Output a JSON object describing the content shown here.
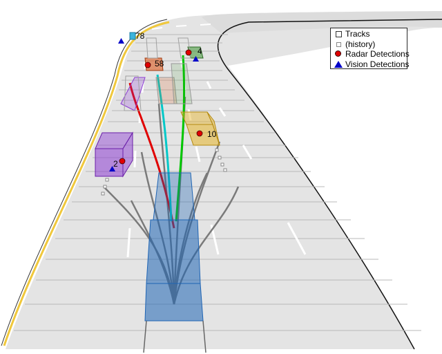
{
  "legend": {
    "items": [
      {
        "label": "Tracks",
        "marker": "white-square"
      },
      {
        "label": "(history)",
        "marker": "small-gray-square"
      },
      {
        "label": "Radar Detections",
        "marker": "red-circle",
        "color": "#e00000"
      },
      {
        "label": "Vision Detections",
        "marker": "blue-triangle",
        "color": "#0000c8"
      }
    ]
  },
  "tracks": [
    {
      "id": "78",
      "color": "#3cb4dc"
    },
    {
      "id": "4",
      "color": "#3c9632"
    },
    {
      "id": "58",
      "color": "#dc5a1e"
    },
    {
      "id": "10",
      "color": "#e6b428"
    },
    {
      "id": "2",
      "color": "#8c3cd2"
    }
  ],
  "colors": {
    "road": "#e6e6e6",
    "lane_marking": "#ffffff",
    "road_edge": "#f0c83c",
    "ego_vehicle": "#1e64b4",
    "radar": "#e00000",
    "vision": "#0000c8",
    "track_history": "#7a7a7a"
  }
}
